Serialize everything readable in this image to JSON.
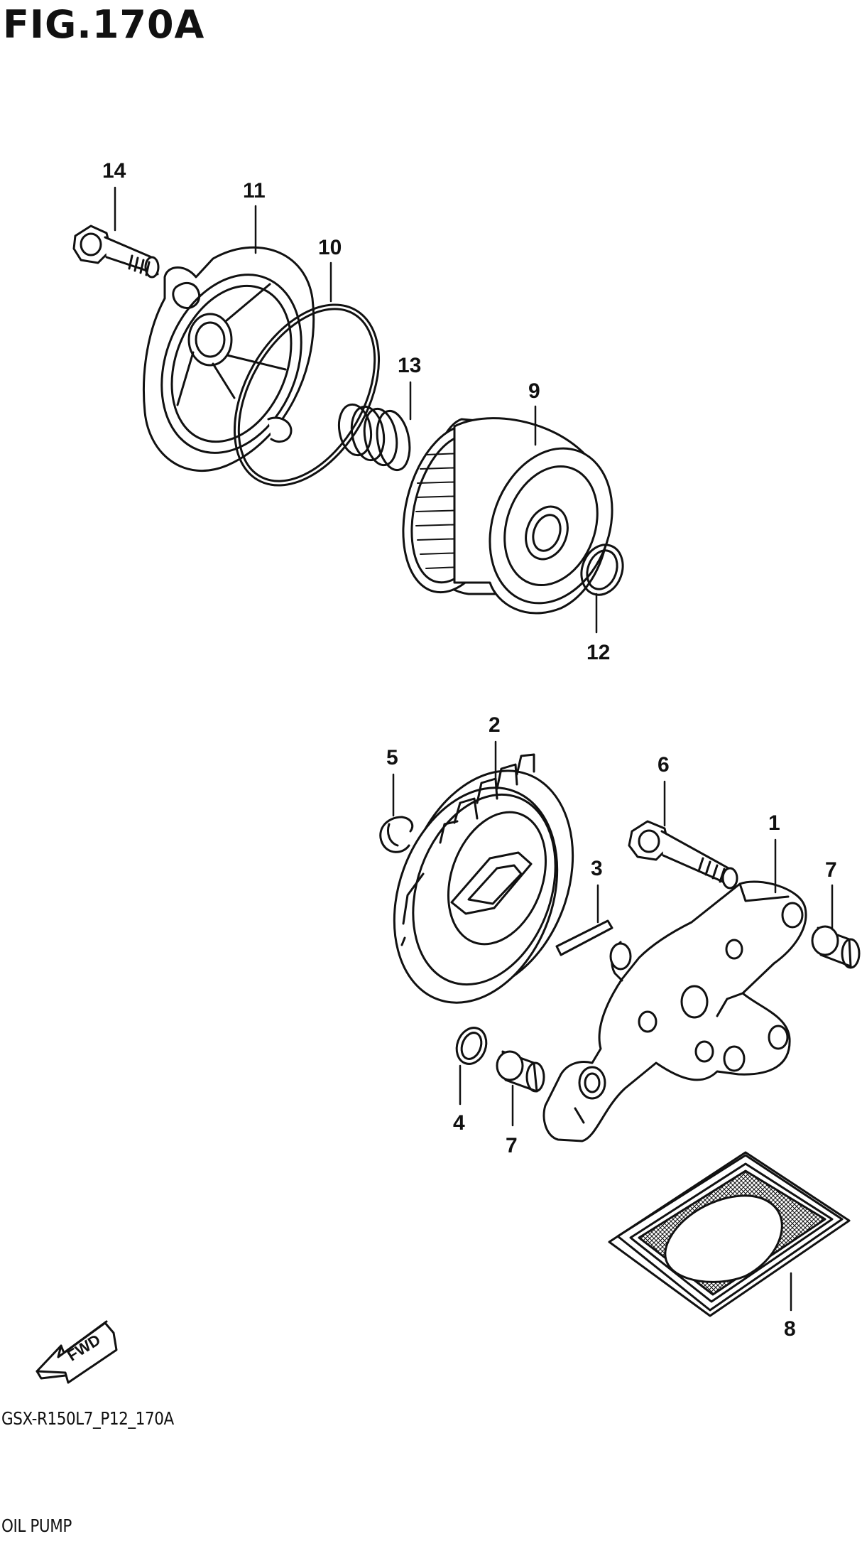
{
  "figure": {
    "title": "FIG.170A"
  },
  "footer": {
    "code": "GSX-R150L7_P12_170A",
    "name": "OIL PUMP"
  },
  "fwd_arrow": {
    "label": "FWD"
  },
  "callouts": [
    {
      "id": "14",
      "label": "14"
    },
    {
      "id": "11",
      "label": "11"
    },
    {
      "id": "10",
      "label": "10"
    },
    {
      "id": "13",
      "label": "13"
    },
    {
      "id": "9",
      "label": "9"
    },
    {
      "id": "12",
      "label": "12"
    },
    {
      "id": "2",
      "label": "2"
    },
    {
      "id": "5",
      "label": "5"
    },
    {
      "id": "6",
      "label": "6"
    },
    {
      "id": "1",
      "label": "1"
    },
    {
      "id": "3",
      "label": "3"
    },
    {
      "id": "7a",
      "label": "7"
    },
    {
      "id": "4",
      "label": "4"
    },
    {
      "id": "7b",
      "label": "7"
    },
    {
      "id": "8",
      "label": "8"
    }
  ]
}
